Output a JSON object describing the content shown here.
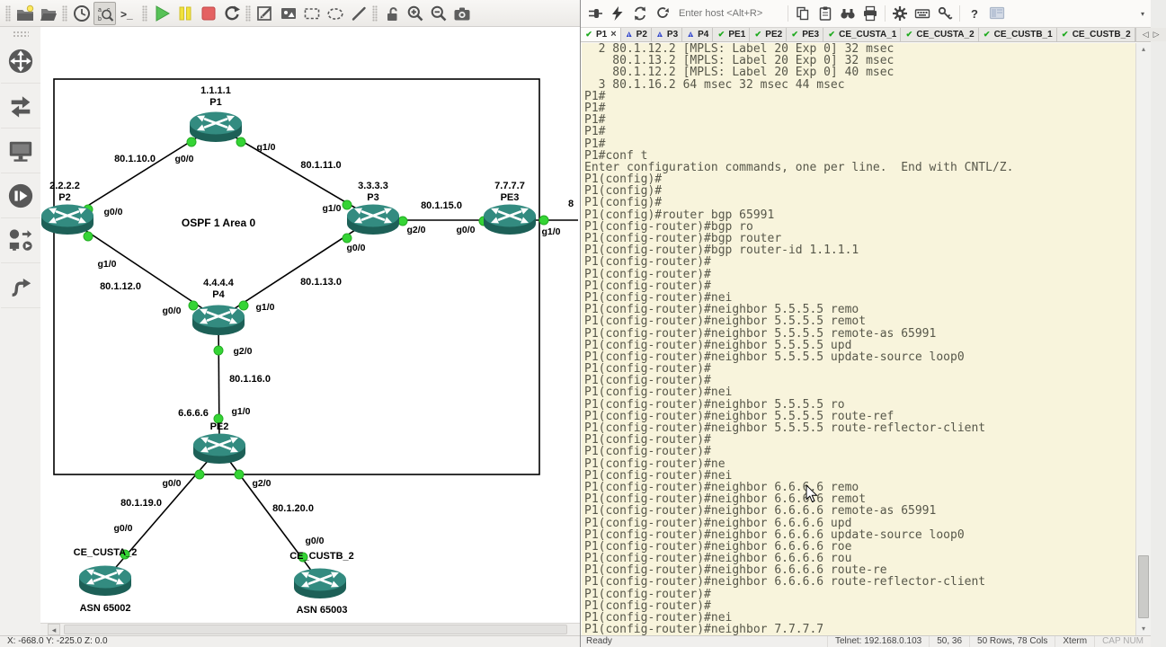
{
  "gns3": {
    "toolbar": {
      "icons": [
        "new-blank-project",
        "open-project",
        "manage-snapshots",
        "show-hostnames",
        "console-connect-all",
        "start-all",
        "suspend-all",
        "stop-all",
        "reload-all",
        "add-note",
        "insert-picture",
        "draw-rectangle",
        "draw-ellipse",
        "draw-line",
        "lock-unlock",
        "zoom-in",
        "zoom-out",
        "screenshot"
      ]
    },
    "sidebar_icons": [
      "browse-routers",
      "browse-switches",
      "browse-end-devices",
      "browse-security-devices",
      "browse-all-devices",
      "add-link"
    ],
    "canvas": {
      "area_label": "OSPF 1 Area 0",
      "partial_label": "8",
      "nodes": [
        {
          "ip": "1.1.1.1",
          "name": "P1"
        },
        {
          "ip": "2.2.2.2",
          "name": "P2"
        },
        {
          "ip": "3.3.3.3",
          "name": "P3"
        },
        {
          "ip": "7.7.7.7",
          "name": "PE3"
        },
        {
          "ip": "4.4.4.4",
          "name": "P4"
        },
        {
          "ip": "6.6.6.6",
          "name": "PE2"
        },
        {
          "name": "CE_CUSTA_2",
          "asn": "ASN 65002"
        },
        {
          "name": "CE_CUSTB_2",
          "asn": "ASN 65003"
        }
      ],
      "subnets": [
        "80.1.10.0",
        "80.1.11.0",
        "80.1.12.0",
        "80.1.13.0",
        "80.1.15.0",
        "80.1.16.0",
        "80.1.19.0",
        "80.1.20.0"
      ],
      "port_labels": [
        "g0/0",
        "g1/0",
        "g0/0",
        "g1/0",
        "g1/0",
        "g2/0",
        "g0/0",
        "g0/0",
        "g1/0",
        "g0/0",
        "g1/0",
        "g2/0",
        "g1/0",
        "g0/0",
        "g2/0",
        "g0/0",
        "g0/0"
      ]
    },
    "statusbar": {
      "coordinates": "X: -668.0 Y: -225.0 Z: 0.0"
    }
  },
  "crt": {
    "toolbar": {
      "host_placeholder": "Enter host <Alt+R>"
    },
    "tabs": [
      {
        "label": "P1",
        "state": "ok",
        "active": true
      },
      {
        "label": "P2",
        "state": "warn"
      },
      {
        "label": "P3",
        "state": "warn"
      },
      {
        "label": "P4",
        "state": "warn"
      },
      {
        "label": "PE1",
        "state": "ok"
      },
      {
        "label": "PE2",
        "state": "ok"
      },
      {
        "label": "PE3",
        "state": "ok"
      },
      {
        "label": "CE_CUSTA_1",
        "state": "ok"
      },
      {
        "label": "CE_CUSTA_2",
        "state": "ok"
      },
      {
        "label": "CE_CUSTB_1",
        "state": "ok"
      },
      {
        "label": "CE_CUSTB_2",
        "state": "ok"
      }
    ],
    "terminal_lines": [
      "  2 80.1.12.2 [MPLS: Label 20 Exp 0] 32 msec",
      "    80.1.13.2 [MPLS: Label 20 Exp 0] 32 msec",
      "    80.1.12.2 [MPLS: Label 20 Exp 0] 40 msec",
      "  3 80.1.16.2 64 msec 32 msec 44 msec",
      "P1#",
      "P1#",
      "P1#",
      "P1#",
      "P1#",
      "P1#conf t",
      "Enter configuration commands, one per line.  End with CNTL/Z.",
      "P1(config)#",
      "P1(config)#",
      "P1(config)#",
      "P1(config)#router bgp 65991",
      "P1(config-router)#bgp ro",
      "P1(config-router)#bgp router",
      "P1(config-router)#bgp router-id 1.1.1.1",
      "P1(config-router)#",
      "P1(config-router)#",
      "P1(config-router)#",
      "P1(config-router)#nei",
      "P1(config-router)#neighbor 5.5.5.5 remo",
      "P1(config-router)#neighbor 5.5.5.5 remot",
      "P1(config-router)#neighbor 5.5.5.5 remote-as 65991",
      "P1(config-router)#neighbor 5.5.5.5 upd",
      "P1(config-router)#neighbor 5.5.5.5 update-source loop0",
      "P1(config-router)#",
      "P1(config-router)#",
      "P1(config-router)#nei",
      "P1(config-router)#neighbor 5.5.5.5 ro",
      "P1(config-router)#neighbor 5.5.5.5 route-ref",
      "P1(config-router)#neighbor 5.5.5.5 route-reflector-client",
      "P1(config-router)#",
      "P1(config-router)#",
      "P1(config-router)#ne",
      "P1(config-router)#nei",
      "P1(config-router)#neighbor 6.6.6.6 remo",
      "P1(config-router)#neighbor 6.6.6.6 remot",
      "P1(config-router)#neighbor 6.6.6.6 remote-as 65991",
      "P1(config-router)#neighbor 6.6.6.6 upd",
      "P1(config-router)#neighbor 6.6.6.6 update-source loop0",
      "P1(config-router)#neighbor 6.6.6.6 roe",
      "P1(config-router)#neighbor 6.6.6.6 rou",
      "P1(config-router)#neighbor 6.6.6.6 route-re",
      "P1(config-router)#neighbor 6.6.6.6 route-reflector-client",
      "P1(config-router)#",
      "P1(config-router)#",
      "P1(config-router)#nei",
      "P1(config-router)#neighbor 7.7.7.7"
    ],
    "statusbar": {
      "ready": "Ready",
      "connection": "Telnet: 192.168.0.103",
      "cursor_pos": "50, 36",
      "size": "50 Rows, 78 Cols",
      "emulation": "Xterm",
      "locks": "CAP NUM"
    }
  }
}
